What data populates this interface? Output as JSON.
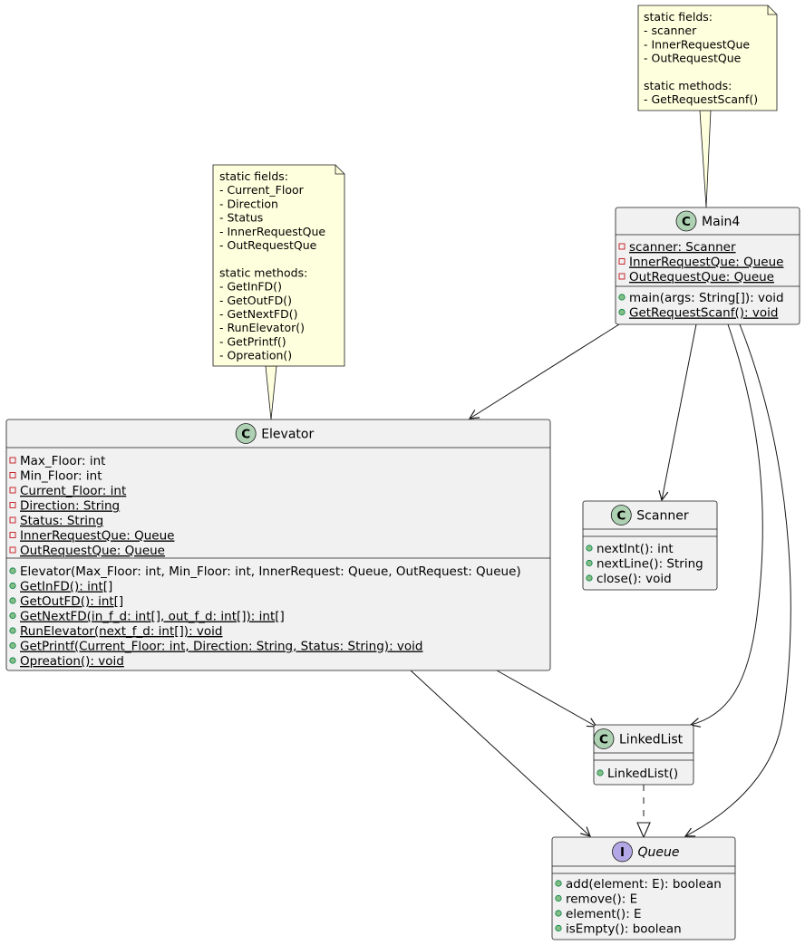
{
  "colors": {
    "class_fill": "#f1f1f1",
    "class_border": "#181818",
    "class_icon": "#add1b2",
    "interface_icon": "#b4a7e5",
    "note_fill": "#feffdd",
    "note_border": "#181818",
    "private_marker": "#c82930",
    "public_marker": "#84be84",
    "edge": "#181818"
  },
  "diagram": {
    "notes": {
      "main4": {
        "lines": [
          "static fields:",
          "- scanner",
          "- InnerRequestQue",
          "- OutRequestQue",
          "",
          "static methods:",
          "- GetRequestScanf()"
        ]
      },
      "elevator": {
        "lines": [
          "static fields:",
          "- Current_Floor",
          "- Direction",
          "- Status",
          "- InnerRequestQue",
          "- OutRequestQue",
          "",
          "static methods:",
          "- GetInFD()",
          "- GetOutFD()",
          "- GetNextFD()",
          "- RunElevator()",
          "- GetPrintf()",
          "- Opreation()"
        ]
      }
    },
    "classes": {
      "main4": {
        "name": "Main4",
        "stereotype_icon": "C",
        "fields": [
          {
            "vis": "private",
            "text": "scanner: Scanner",
            "static": true
          },
          {
            "vis": "private",
            "text": "InnerRequestQue: Queue",
            "static": true
          },
          {
            "vis": "private",
            "text": "OutRequestQue: Queue",
            "static": true
          }
        ],
        "methods": [
          {
            "vis": "public",
            "text": "main(args: String[]): void",
            "static": false
          },
          {
            "vis": "public",
            "text": "GetRequestScanf(): void",
            "static": true
          }
        ]
      },
      "elevator": {
        "name": "Elevator",
        "stereotype_icon": "C",
        "fields": [
          {
            "vis": "private",
            "text": "Max_Floor: int",
            "static": false
          },
          {
            "vis": "private",
            "text": "Min_Floor: int",
            "static": false
          },
          {
            "vis": "private",
            "text": "Current_Floor: int",
            "static": true
          },
          {
            "vis": "private",
            "text": "Direction: String",
            "static": true
          },
          {
            "vis": "private",
            "text": "Status: String",
            "static": true
          },
          {
            "vis": "private",
            "text": "InnerRequestQue: Queue",
            "static": true
          },
          {
            "vis": "private",
            "text": "OutRequestQue: Queue",
            "static": true
          }
        ],
        "methods": [
          {
            "vis": "public",
            "text": "Elevator(Max_Floor: int, Min_Floor: int, InnerRequest: Queue, OutRequest: Queue)",
            "static": false
          },
          {
            "vis": "public",
            "text": "GetInFD(): int[]",
            "static": true
          },
          {
            "vis": "public",
            "text": "GetOutFD(): int[]",
            "static": true
          },
          {
            "vis": "public",
            "text": "GetNextFD(in_f_d: int[], out_f_d: int[]): int[]",
            "static": true
          },
          {
            "vis": "public",
            "text": "RunElevator(next_f_d: int[]): void",
            "static": true
          },
          {
            "vis": "public",
            "text": "GetPrintf(Current_Floor: int, Direction: String, Status: String): void",
            "static": true
          },
          {
            "vis": "public",
            "text": "Opreation(): void",
            "static": true
          }
        ]
      },
      "scanner": {
        "name": "Scanner",
        "stereotype_icon": "C",
        "fields": [],
        "methods": [
          {
            "vis": "public",
            "text": "nextInt(): int",
            "static": false
          },
          {
            "vis": "public",
            "text": "nextLine(): String",
            "static": false
          },
          {
            "vis": "public",
            "text": "close(): void",
            "static": false
          }
        ]
      },
      "linkedlist": {
        "name": "LinkedList",
        "stereotype_icon": "C",
        "fields": [],
        "methods": [
          {
            "vis": "public",
            "text": "LinkedList()",
            "static": false
          }
        ]
      },
      "queue": {
        "name": "Queue",
        "stereotype_icon": "I",
        "fields": [],
        "methods": [
          {
            "vis": "public",
            "text": "add(element: E): boolean",
            "static": false
          },
          {
            "vis": "public",
            "text": "remove(): E",
            "static": false
          },
          {
            "vis": "public",
            "text": "element(): E",
            "static": false
          },
          {
            "vis": "public",
            "text": "isEmpty(): boolean",
            "static": false
          }
        ]
      }
    },
    "relations": [
      {
        "from": "Main4",
        "to": "Elevator",
        "kind": "association"
      },
      {
        "from": "Main4",
        "to": "Scanner",
        "kind": "association"
      },
      {
        "from": "Main4",
        "to": "LinkedList",
        "kind": "association"
      },
      {
        "from": "Main4",
        "to": "Queue",
        "kind": "association"
      },
      {
        "from": "Elevator",
        "to": "LinkedList",
        "kind": "association"
      },
      {
        "from": "Elevator",
        "to": "Queue",
        "kind": "association"
      },
      {
        "from": "LinkedList",
        "to": "Queue",
        "kind": "realization"
      }
    ]
  }
}
